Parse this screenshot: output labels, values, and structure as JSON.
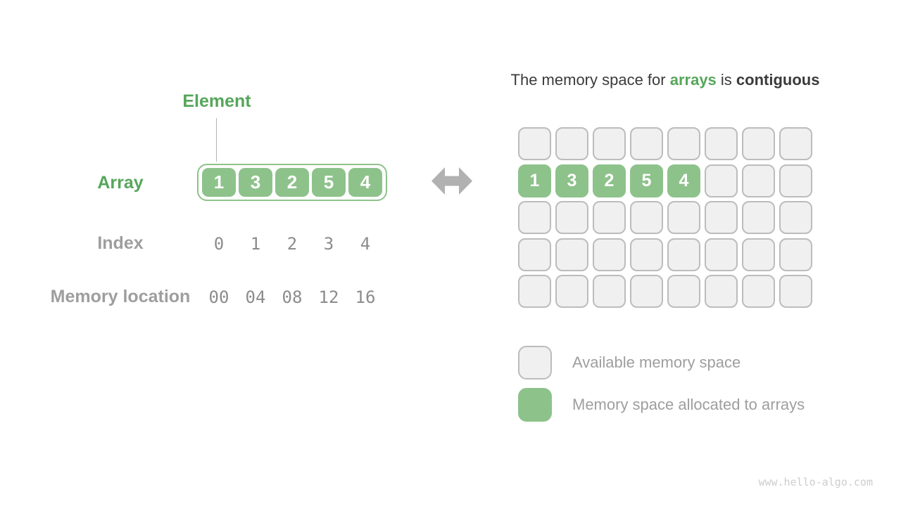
{
  "left_panel": {
    "element_label": "Element",
    "array_label": "Array",
    "array_values": [
      "1",
      "3",
      "2",
      "5",
      "4"
    ],
    "index_label": "Index",
    "index_values": [
      "0",
      "1",
      "2",
      "3",
      "4"
    ],
    "memory_label": "Memory location",
    "memory_values": [
      "00",
      "04",
      "08",
      "12",
      "16"
    ]
  },
  "right_panel": {
    "title": {
      "prefix": "The memory space for ",
      "highlight": "arrays",
      "middle": " is ",
      "emphasis": "contiguous"
    },
    "memory_grid": {
      "rows": 5,
      "cols": 8,
      "allocated_row": 1,
      "allocated_values": [
        "1",
        "3",
        "2",
        "5",
        "4"
      ]
    },
    "legend": [
      {
        "swatch": "available",
        "label": "Available memory space"
      },
      {
        "swatch": "allocated",
        "label": "Memory space allocated to arrays"
      }
    ]
  },
  "watermark": "www.hello-algo.com",
  "colors": {
    "green_fill": "#8ec28b",
    "green_text": "#56a65b",
    "gray_label": "#9e9e9e",
    "mono_gray": "#8c8c8c",
    "dark_text": "#3b3b3b",
    "cell_bg": "#f0f0f0",
    "cell_border": "#bcbcbc",
    "line": "#b3b3b3",
    "arrow": "#b1b1b1",
    "watermark": "#cdcdcd"
  }
}
